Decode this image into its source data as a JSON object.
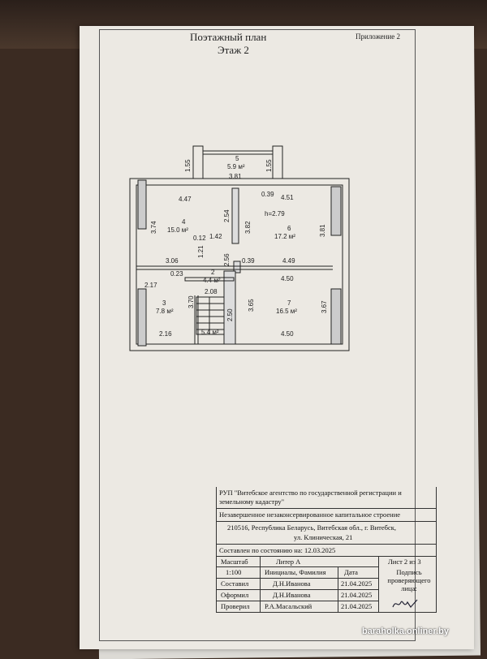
{
  "header": {
    "title": "Поэтажный план",
    "floor": "Этаж 2",
    "appendix": "Приложение 2"
  },
  "plan": {
    "height_note": "h=2.79",
    "rooms": [
      {
        "num": "5",
        "area": "5.9 м²"
      },
      {
        "num": "4",
        "area": "15.0 м²"
      },
      {
        "num": "6",
        "area": "17.2 м²"
      },
      {
        "num": "2",
        "area": "4.4 м²"
      },
      {
        "num": "3",
        "area": "7.8 м²"
      },
      {
        "num": "7",
        "area": "16.5 м²"
      },
      {
        "num": "",
        "area": "5.4 м²"
      }
    ],
    "dims": [
      "1.55",
      "1.55",
      "3.81",
      "4.47",
      "0.39",
      "4.51",
      "3.74",
      "2.54",
      "3.82",
      "3.81",
      "0.12",
      "1.42",
      "1.21",
      "3.06",
      "2.56",
      "0.39",
      "4.49",
      "0.23",
      "2.17",
      "2.08",
      "4.50",
      "3.70",
      "2.50",
      "3.65",
      "3.67",
      "2.16",
      "4.50"
    ]
  },
  "stamp": {
    "org": "РУП \"Витебское агентство по государственной регистрации и земельному кадастру\"",
    "object": "Незавершенное незаконсервированное капитальное строение",
    "address1": "210516, Республика Беларусь, Витебская обл., г. Витебск,",
    "address2": "ул. Клиническая, 21",
    "as_of": "Составлен по состоянию на: 12.03.2025",
    "scale_label": "Масштаб",
    "scale_value": "1:100",
    "litera": "Литер А",
    "sheet": "Лист 2 из 3",
    "col_initials": "Инициалы, Фамилия",
    "col_date": "Дата",
    "sign_label": "Подпись проверяющего лица:",
    "rows": [
      {
        "role": "Составил",
        "name": "Д.Н.Иванова",
        "date": "21.04.2025"
      },
      {
        "role": "Оформил",
        "name": "Д.Н.Иванова",
        "date": "21.04.2025"
      },
      {
        "role": "Проверил",
        "name": "Р.А.Масальский",
        "date": "21.04.2025"
      }
    ]
  },
  "watermark": "baraholka.onliner.by"
}
